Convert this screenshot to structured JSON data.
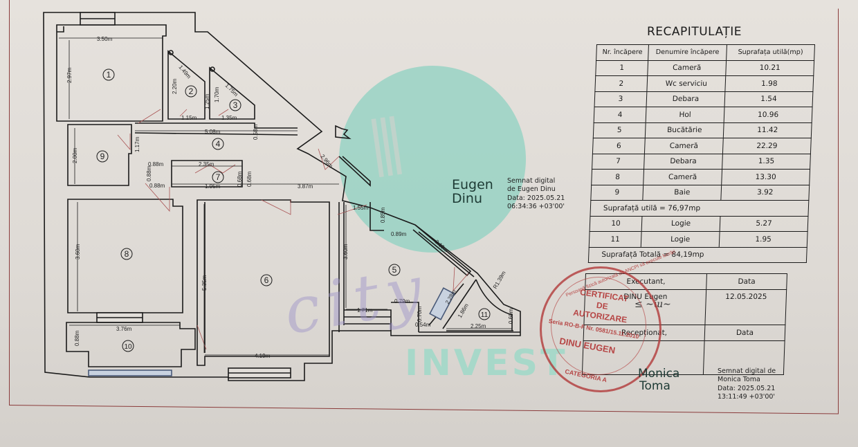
{
  "document": {
    "type": "floor-plan",
    "colors": {
      "paper": "#e2ded9",
      "lines": "#1a1a1a",
      "border": "#8a3a3a",
      "stamp": "#b02d2d",
      "logo_teal": "#8fd1c2",
      "watermark_purple": "#9c92c9"
    }
  },
  "plan": {
    "rooms": [
      {
        "num": "1"
      },
      {
        "num": "2"
      },
      {
        "num": "3"
      },
      {
        "num": "4"
      },
      {
        "num": "5"
      },
      {
        "num": "6"
      },
      {
        "num": "7"
      },
      {
        "num": "8"
      },
      {
        "num": "9"
      },
      {
        "num": "10"
      },
      {
        "num": "11"
      }
    ],
    "dimensions": {
      "r1_w": "3.50m",
      "r1_h": "2.97m",
      "r2_diag": "1.49m",
      "r2_h": "2.20m",
      "r2_h2": "1.25m",
      "r2_w": "1.15m",
      "r3_diag": "1.75m",
      "r3_h": "1.70m",
      "r3_w": "1.35m",
      "r3_small": "0.58m",
      "r4_w": "5.08m",
      "r4_h": "1.17m",
      "r4_diag": "2.96m",
      "r9_h": "2.00m",
      "d_088a": "0.88m",
      "d_088b": "0.88m",
      "d_088c": "0.88m",
      "r7_w": "2.35m",
      "r7_w2": "1.95m",
      "r7_h1": "0.68m",
      "r7_h2": "0.68m",
      "r6_top": "3.87m",
      "r8_h": "3.60m",
      "r6_h": "5.35m",
      "r6_w": "4.19m",
      "r10_w": "3.76m",
      "r10_h": "0.88m",
      "r5_h": "3.60m",
      "r5_a": "1.55m",
      "r5_b": "0.85m",
      "r5_c": "0.89m",
      "r5_diag": "2.19m",
      "r5_d": "1.71m",
      "r5_e": "0.79m",
      "r5_f": "0.70m",
      "r5_g": "0.54m",
      "r11_a": "2.28m",
      "r11_b": "1.86m",
      "r11_r": "R1.39m",
      "r11_w": "2.25m",
      "r11_h": "0.60m"
    }
  },
  "watermark": {
    "city": "city",
    "invest": "INVEST"
  },
  "signatures": {
    "eugen": {
      "name_line1": "Eugen",
      "name_line2": "Dinu",
      "info_line1": "Semnat digital",
      "info_line2": "de Eugen Dinu",
      "info_line3": "Data: 2025.05.21",
      "info_line4": "06:34:36 +03'00'"
    },
    "monica": {
      "name_line1": "Monica",
      "name_line2": "Toma",
      "info_line1": "Semnat digital de",
      "info_line2": "Monica Toma",
      "info_line3": "Data: 2025.05.21",
      "info_line4": "13:11:49 +03'00'"
    }
  },
  "recap": {
    "title": "RECAPITULAȚIE",
    "headers": [
      "Nr. încăpere",
      "Denumire încăpere",
      "Suprafața utilă(mp)"
    ],
    "rows": [
      {
        "nr": "1",
        "name": "Cameră",
        "area": "10.21"
      },
      {
        "nr": "2",
        "name": "Wc serviciu",
        "area": "1.98"
      },
      {
        "nr": "3",
        "name": "Debara",
        "area": "1.54"
      },
      {
        "nr": "4",
        "name": "Hol",
        "area": "10.96"
      },
      {
        "nr": "5",
        "name": "Bucătărie",
        "area": "11.42"
      },
      {
        "nr": "6",
        "name": "Cameră",
        "area": "22.29"
      },
      {
        "nr": "7",
        "name": "Debara",
        "area": "1.35"
      },
      {
        "nr": "8",
        "name": "Cameră",
        "area": "13.30"
      },
      {
        "nr": "9",
        "name": "Baie",
        "area": "3.92"
      }
    ],
    "usable_total": "Suprafață utilă = 76,97mp",
    "extra_rows": [
      {
        "nr": "10",
        "name": "Logie",
        "area": "5.27"
      },
      {
        "nr": "11",
        "name": "Logie",
        "area": "1.95"
      }
    ],
    "grand_total": "Suprafață Totală = 84,19mp"
  },
  "sign_table": {
    "executant_label": "Executant,",
    "date_label": "Data",
    "executant_name": "DINU Eugen",
    "executant_date": "12.05.2025",
    "receptionat_label": "Recepționat,",
    "date_label2": "Data"
  },
  "stamp": {
    "line1": "CERTIFICAT",
    "line2": "DE",
    "line3": "AUTORIZARE",
    "line4": "Seria RO-B-F Nr. 0581/15.11.2010",
    "line5": "DINU EUGEN",
    "ring_top": "Persoană fizică autorizată de ANCPI să execute lucrări",
    "ring_bottom": "CATEGORIA A"
  }
}
